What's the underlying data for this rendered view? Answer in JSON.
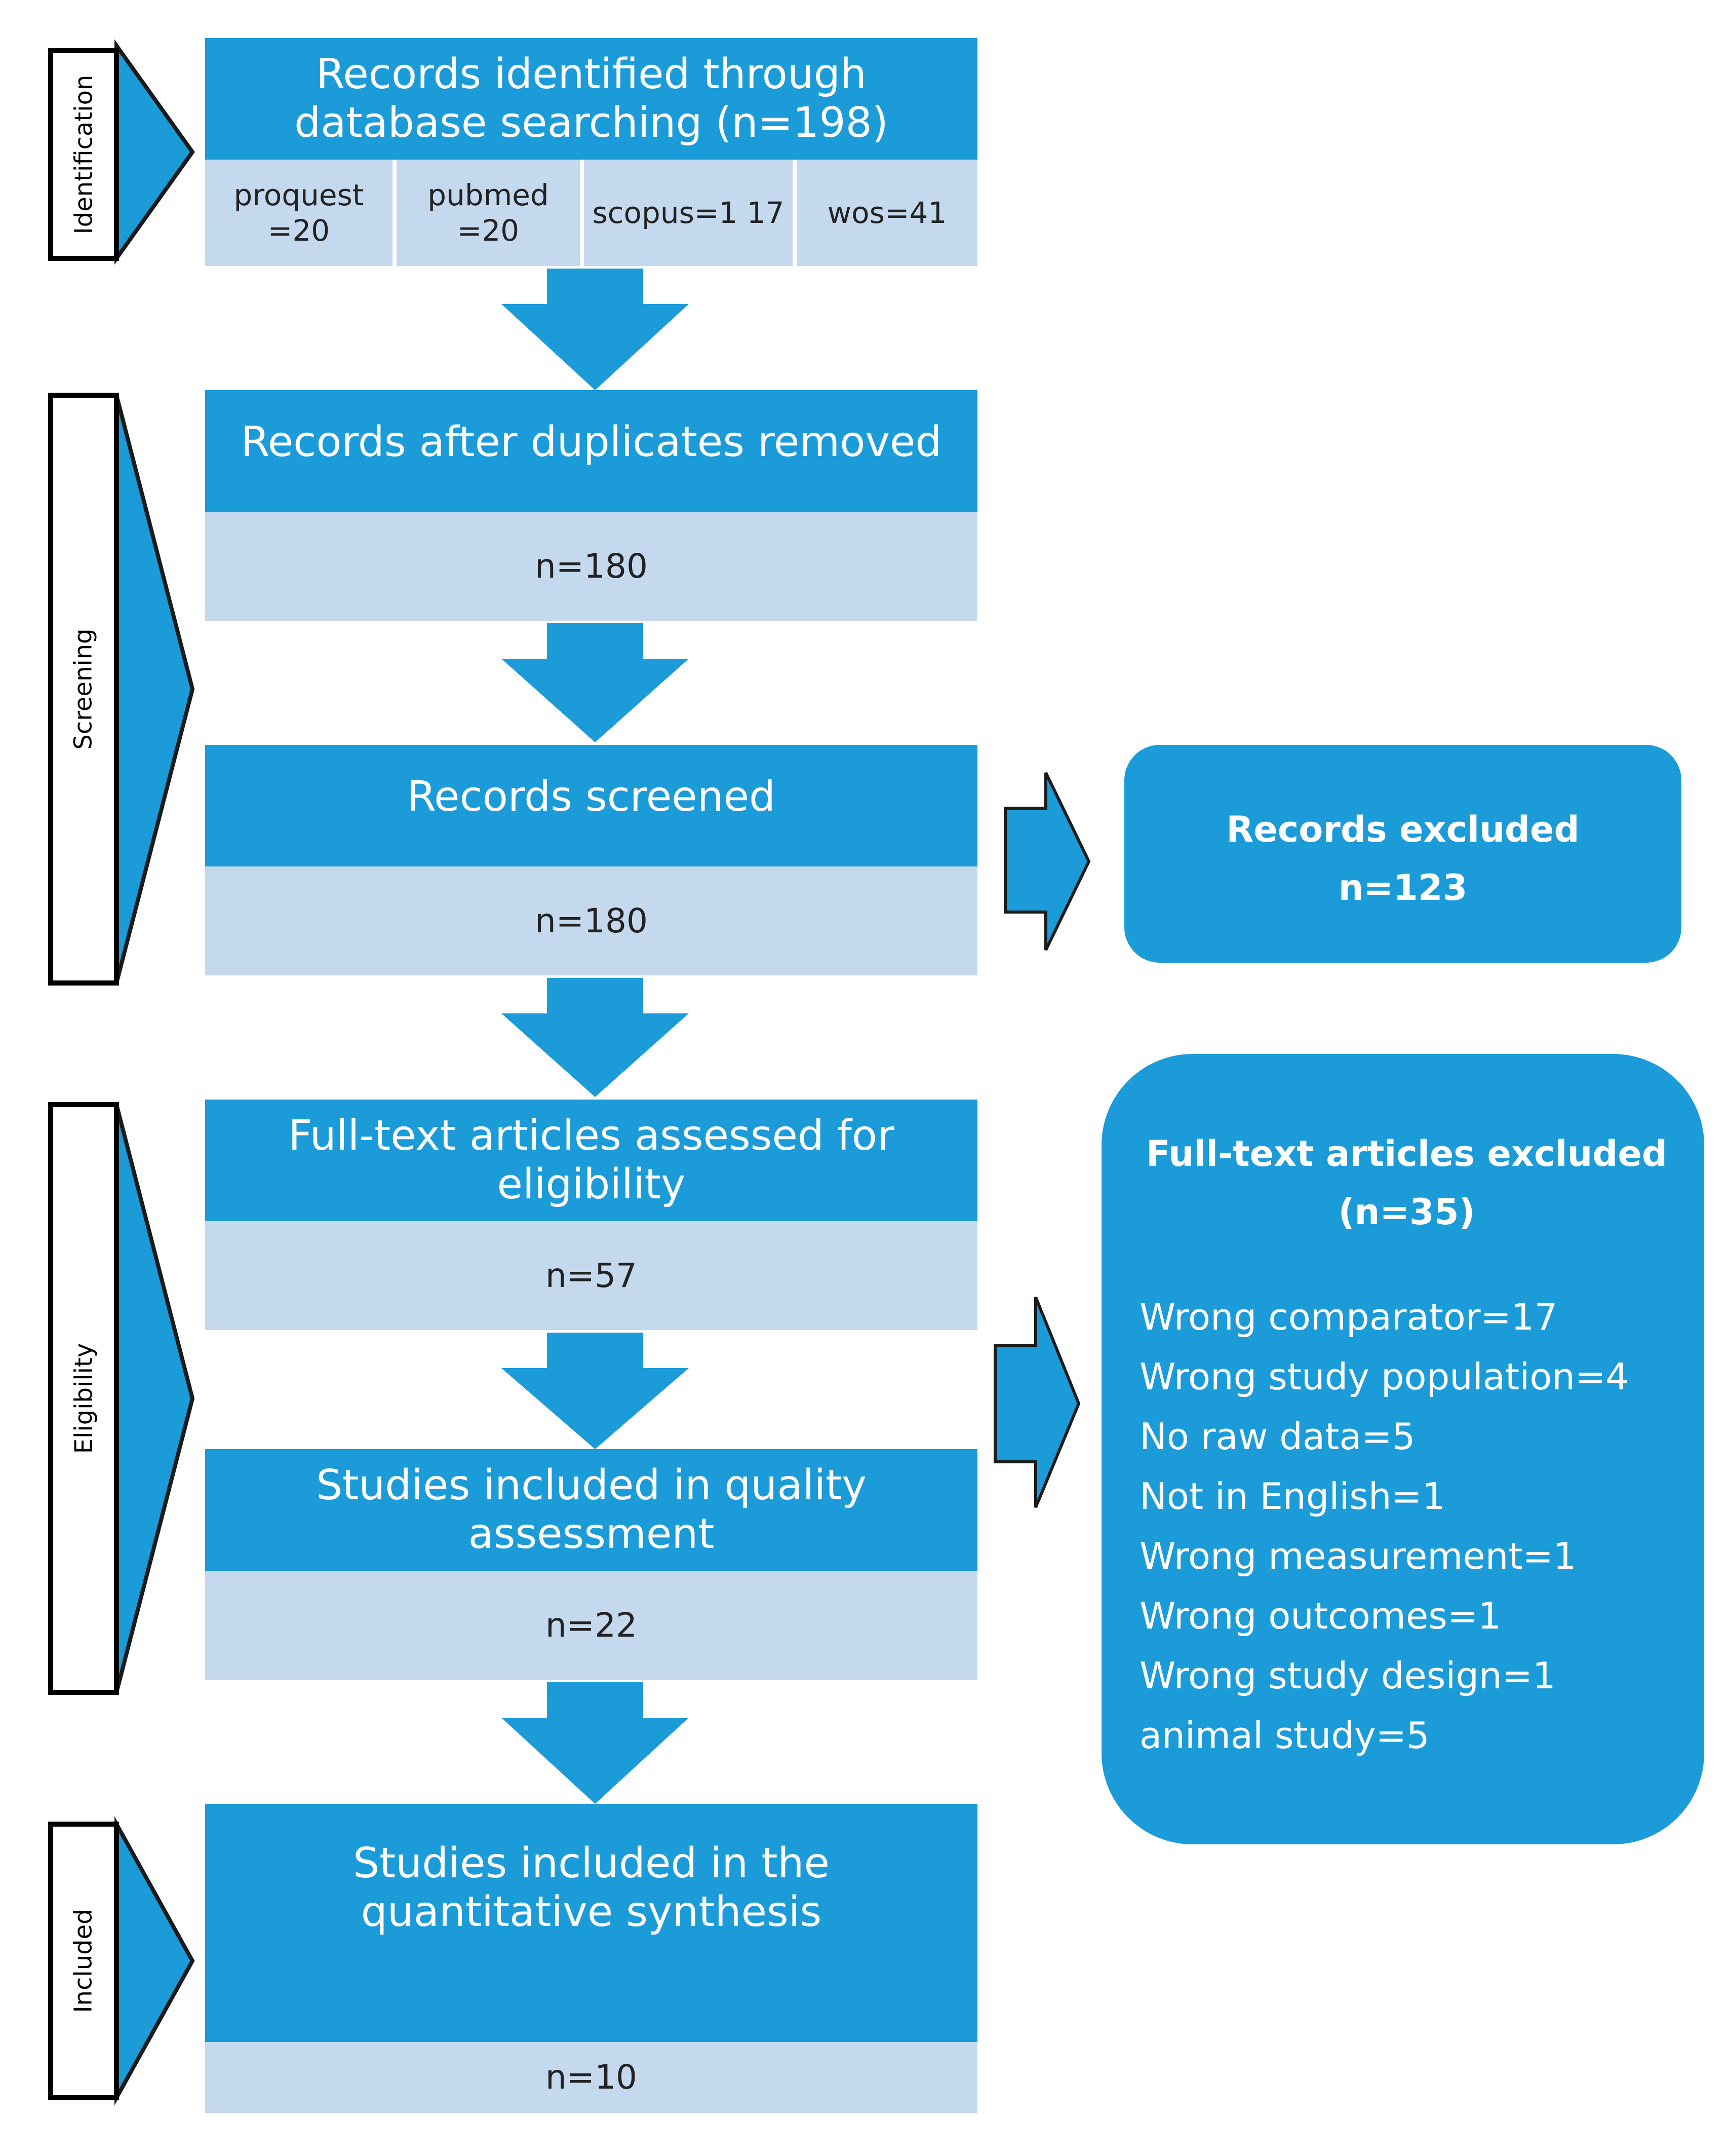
{
  "stages": {
    "identification": "Identification",
    "screening": "Screening",
    "eligibility": "Eligibility",
    "included": "Included"
  },
  "boxes": {
    "identified": {
      "title": "Records identified through database searching (n=198)",
      "sources": [
        "proquest =20",
        "pubmed =20",
        "scopus=1 17",
        "wos=41"
      ]
    },
    "duplicates_removed": {
      "title": "Records after duplicates removed",
      "count": "n=180"
    },
    "screened": {
      "title": "Records screened",
      "count": "n=180"
    },
    "fulltext_assessed": {
      "title": "Full-text articles assessed for eligibility",
      "count": "n=57"
    },
    "quality_assessment": {
      "title": "Studies included in quality assessment",
      "count": "n=22"
    },
    "quantitative_synthesis": {
      "title": "Studies included in the quantitative synthesis",
      "count": "n=10"
    }
  },
  "excluded": {
    "records": {
      "title": "Records excluded",
      "count": "n=123"
    },
    "fulltext": {
      "title": "Full-text articles excluded",
      "count": "(n=35)",
      "reasons": [
        "Wrong comparator=17",
        "Wrong study population=4",
        "No raw data=5",
        "Not in English=1",
        "Wrong measurement=1",
        "Wrong outcomes=1",
        "Wrong study design=1",
        "animal study=5"
      ]
    }
  },
  "colors": {
    "accent": "#1b9bd8",
    "light": "#c4d8ee"
  }
}
